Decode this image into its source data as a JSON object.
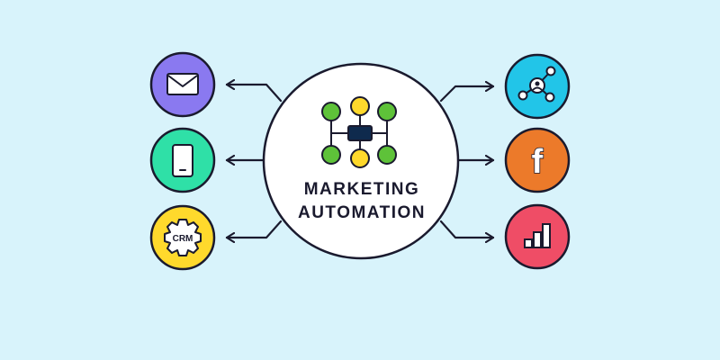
{
  "center": {
    "title_line1": "MARKETING",
    "title_line2": "AUTOMATION",
    "icon": "network-hub-icon"
  },
  "left_channels": [
    {
      "name": "email",
      "icon": "envelope-icon",
      "color": "#8a79f0"
    },
    {
      "name": "mobile",
      "icon": "smartphone-icon",
      "color": "#2fe0a7"
    },
    {
      "name": "crm",
      "icon": "gear-icon",
      "label": "CRM",
      "color": "#ffd92c"
    }
  ],
  "right_channels": [
    {
      "name": "network",
      "icon": "share-network-icon",
      "color": "#22c5e8"
    },
    {
      "name": "facebook",
      "icon": "facebook-icon",
      "label": "f",
      "color": "#ec7a2a"
    },
    {
      "name": "analytics",
      "icon": "bar-chart-icon",
      "color": "#ef4d66"
    }
  ],
  "colors": {
    "background": "#d8f3fb",
    "outline": "#1a1a2e",
    "node_green": "#5ec239",
    "node_yellow": "#ffd92c",
    "hub_navy": "#0f2a4d"
  }
}
